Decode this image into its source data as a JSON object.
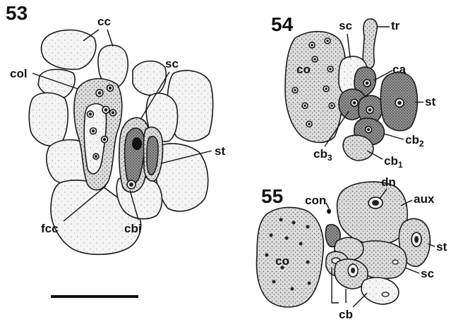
{
  "panels": [
    {
      "number": "53",
      "labels": {
        "cc": "cc",
        "col": "col",
        "sc": "sc",
        "st": "st",
        "fcc": "fcc",
        "cbi": "cbi"
      }
    },
    {
      "number": "54",
      "labels": {
        "sc": "sc",
        "tr": "tr",
        "ca": "ca",
        "co": "co",
        "st": "st",
        "cb3": "cb",
        "cb3_sub": "3",
        "cb2": "cb",
        "cb2_sub": "2",
        "cb1": "cb",
        "cb1_sub": "1"
      }
    },
    {
      "number": "55",
      "labels": {
        "dn": "dn",
        "con": "con",
        "aux": "aux",
        "co": "co",
        "st": "st",
        "sc": "sc",
        "cb": "cb"
      }
    }
  ],
  "scale_bar": {
    "present": true
  }
}
